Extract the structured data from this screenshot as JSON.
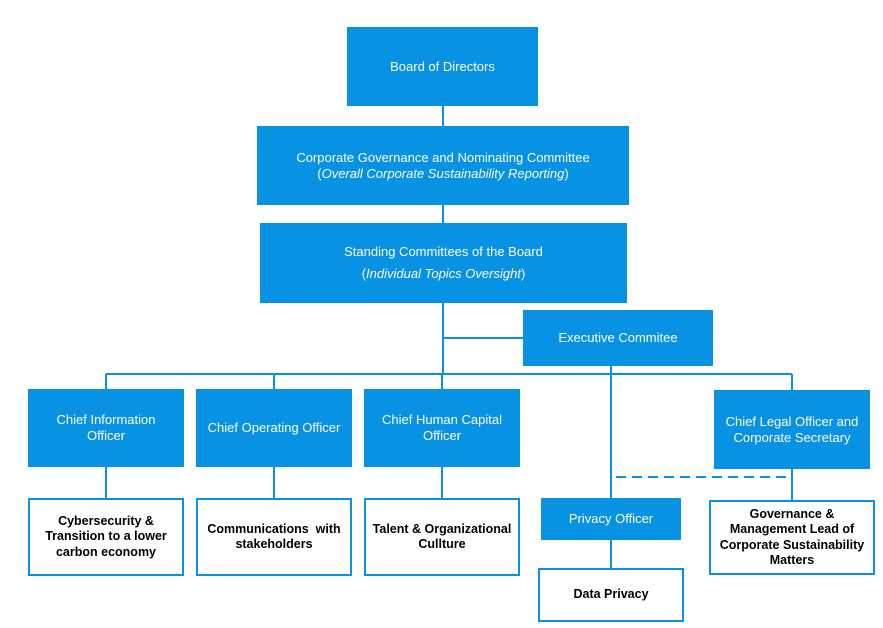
{
  "colors": {
    "accent": "#0792e3",
    "text_on_accent": "#ffffff",
    "outline_text": "#000000"
  },
  "nodes": {
    "board": {
      "label": "Board of Directors"
    },
    "governance": {
      "line1": "Corporate Governance and Nominating Committee",
      "open": "(",
      "italic": "Overall Corporate Sustainability Reporting",
      "close": ")"
    },
    "standing": {
      "line1": "Standing Committees of the Board",
      "open": "(",
      "italic": "Individual Topics Oversight",
      "close": ")"
    },
    "executive": {
      "label": "Executive Commitee"
    },
    "cio": {
      "line1": "Chief Information",
      "line2": "Officer"
    },
    "coo": {
      "label": "Chief Operating Officer"
    },
    "chco": {
      "line1": "Chief Human Capital",
      "line2": "Officer"
    },
    "clo": {
      "line1": "Chief Legal Officer and",
      "line2": "Corporate Secretary"
    },
    "privacy_officer": {
      "label": "Privacy Officer"
    },
    "cyber": {
      "line1": "Cybersecurity &",
      "line2": "Transition to a lower",
      "line3": "carbon economy"
    },
    "comms": {
      "line1": "Communications  with",
      "line2": "stakeholders"
    },
    "talent": {
      "line1": "Talent & Organizational",
      "line2": "Cullture"
    },
    "data_privacy": {
      "label": "Data Privacy"
    },
    "gov_lead": {
      "line1": "Governance &",
      "line2": "Management Lead of",
      "line3": "Corporate Sustainability",
      "line4": "Matters"
    }
  }
}
